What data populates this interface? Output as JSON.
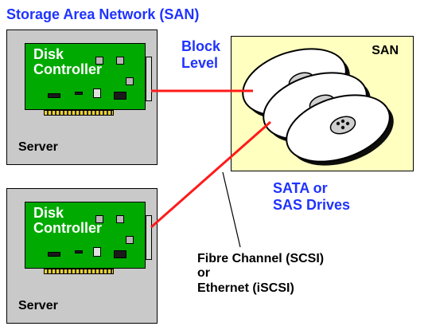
{
  "page": {
    "title": "Storage Area Network (SAN)"
  },
  "labels": {
    "block_level": "Block\nLevel",
    "drive_types": "SATA or\nSAS Drives",
    "network_types": "Fibre Channel (SCSI)\nor\nEthernet (iSCSI)"
  },
  "servers": [
    {
      "label": "Server",
      "card_label": "Disk\nController"
    },
    {
      "label": "Server",
      "card_label": "Disk\nController"
    }
  ],
  "san": {
    "label": "SAN"
  },
  "colors": {
    "title_blue": "#1f33ff",
    "server_gray": "#c9c9c9",
    "san_yellow": "#ffffc0",
    "card_green": "#00aa00",
    "connection_red": "#ff1a1a",
    "outline_black": "#000000"
  }
}
